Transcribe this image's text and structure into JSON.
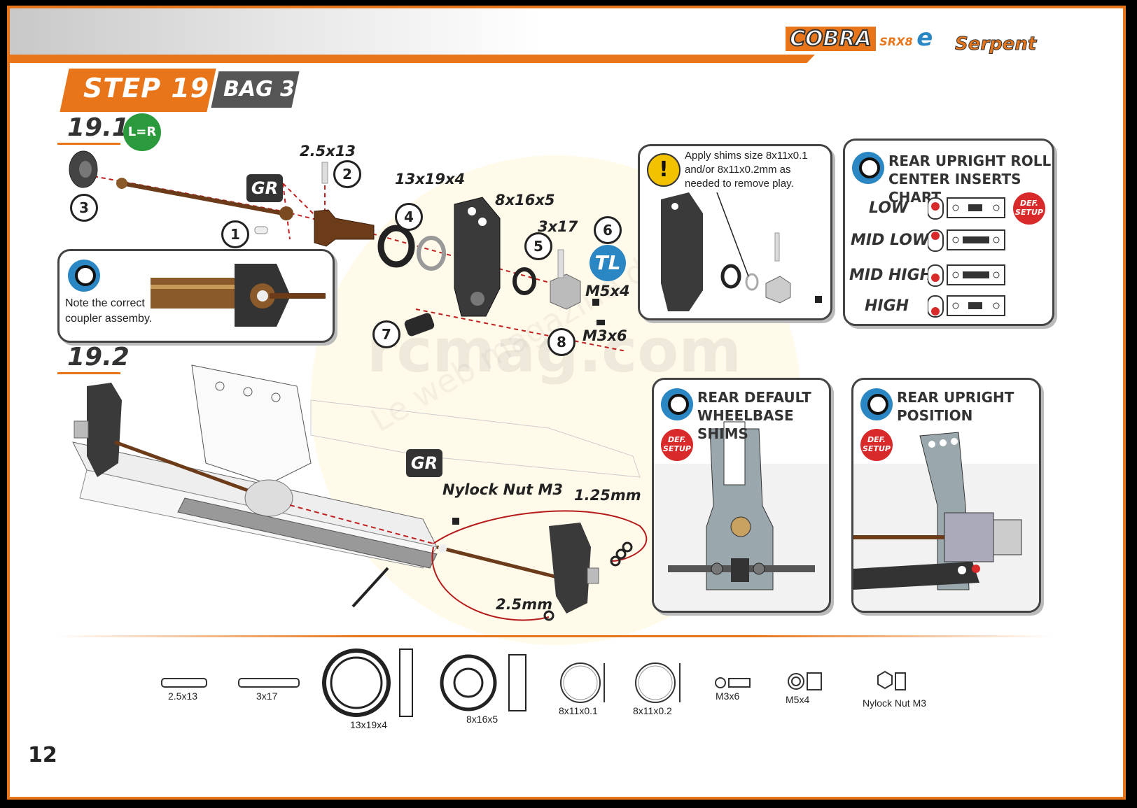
{
  "header": {
    "brand_main": "COBRA",
    "brand_sub": "SRX8",
    "brand_e": "e",
    "brand_maker": "Serpent",
    "step_label": "STEP 19",
    "bag_label": "BAG 3"
  },
  "section_1": {
    "title": "19.1",
    "badge": "L=R",
    "gr_badge": "GR",
    "tl_badge": "TL",
    "callouts": [
      "2.5x13",
      "13x19x4",
      "8x16x5",
      "3x17",
      "M5x4",
      "M3x6"
    ],
    "numbers": [
      "1",
      "2",
      "3",
      "4",
      "5",
      "6",
      "7",
      "8"
    ],
    "note": {
      "lines": [
        "Note the correct",
        "coupler assemby."
      ]
    }
  },
  "shim_panel": {
    "lines": [
      "Apply shims size 8x11x0.1",
      "and/or  8x11x0.2mm  as",
      "needed to remove play."
    ]
  },
  "chart_panel": {
    "title_lines": [
      "REAR  UPRIGHT  ROLL",
      "CENTER INSERTS CHART"
    ],
    "def_setup": "DEF. SETUP",
    "rows": [
      "LOW",
      "MID LOW",
      "MID HIGH",
      "HIGH"
    ]
  },
  "section_2": {
    "title": "19.2",
    "gr_badge": "GR",
    "callouts": [
      "Nylock Nut M3",
      "1.25mm",
      "2.5mm"
    ]
  },
  "wheelbase_panel": {
    "title_lines": [
      "REAR  DEFAULT",
      "WHEELBASE SHIMS"
    ],
    "def_setup": "DEF. SETUP"
  },
  "position_panel": {
    "title_lines": [
      "REAR UPRIGHT",
      "POSITION"
    ],
    "def_setup": "DEF. SETUP"
  },
  "watermark": {
    "line1": "Le web magazine du modélisme",
    "line2": "rcmag.com"
  },
  "parts": [
    "2.5x13",
    "3x17",
    "13x19x4",
    "8x16x5",
    "8x11x0.1",
    "8x11x0.2",
    "M3x6",
    "M5x4",
    "Nylock Nut M3"
  ],
  "page_number": "12",
  "colors": {
    "accent": "#e8751a",
    "dark": "#333333",
    "blue": "#2a87c4",
    "green": "#2b9a3c",
    "red": "#d82a2a"
  }
}
